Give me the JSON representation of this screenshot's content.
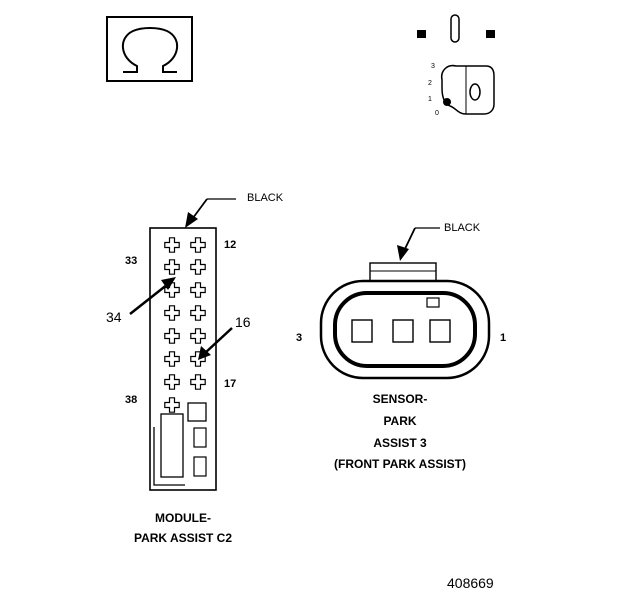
{
  "key_symbol": {
    "position_numbers": [
      "3",
      "2",
      "1",
      "0"
    ]
  },
  "module": {
    "wire_color": "BLACK",
    "pin_labels": {
      "top_right": "12",
      "top_left": "33",
      "callout_left": "34",
      "callout_right": "16",
      "mid_right": "17",
      "bottom_left": "38"
    },
    "name_line1": "MODULE-",
    "name_line2": "PARK ASSIST C2"
  },
  "sensor": {
    "wire_color": "BLACK",
    "pin_left": "3",
    "pin_right": "1",
    "name_lines": [
      "SENSOR-",
      "PARK",
      "ASSIST 3",
      "(FRONT PARK ASSIST)"
    ]
  },
  "figure_number": "408669"
}
